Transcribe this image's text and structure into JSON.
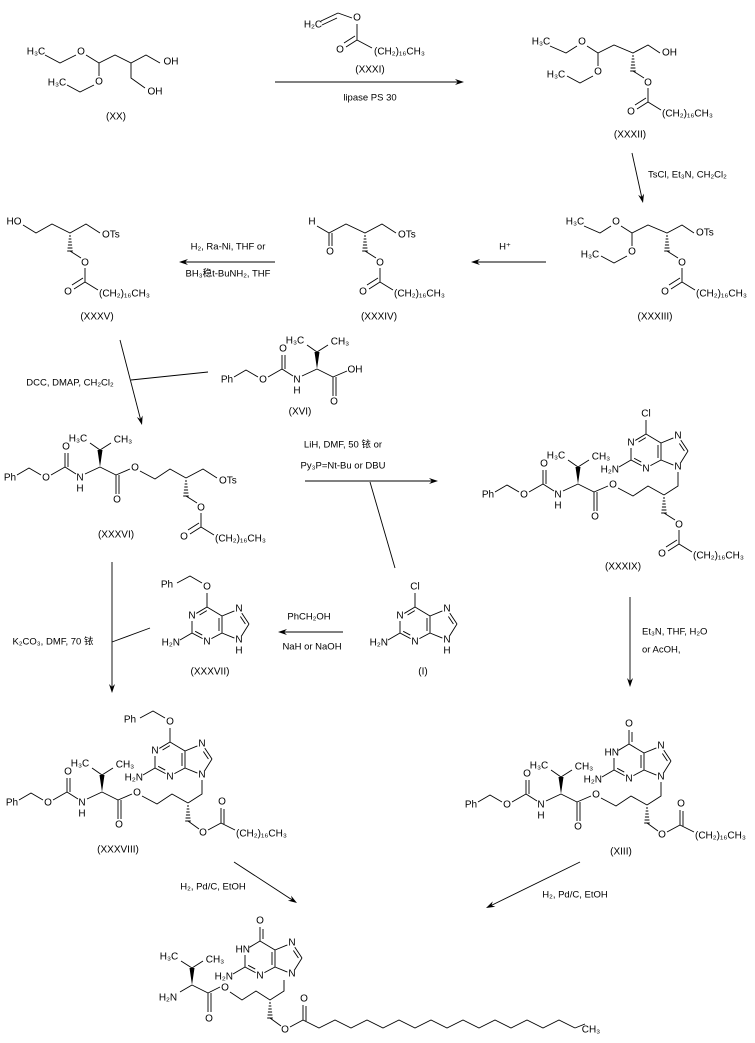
{
  "colors": {
    "ink": "#000000",
    "background": "#ffffff"
  },
  "compounds": {
    "XX": {
      "label": "(XX)",
      "atoms": {
        "me1": "H₃C",
        "o1": "O",
        "oh1": "OH",
        "me2": "H₃C",
        "o2": "O",
        "oh2": "OH"
      }
    },
    "XXXI": {
      "label": "(XXXI)",
      "atoms": {
        "h2c": "H₂C",
        "o1": "O",
        "o2": "O",
        "r": "(CH₂)₁₆CH₃"
      }
    },
    "XXXII": {
      "label": "(XXXII)",
      "atoms": {
        "me1": "H₃C",
        "o1": "O",
        "end": "OH",
        "me2": "H₃C",
        "o2": "O"
      },
      "tail": {
        "o": "O",
        "o_keto": "O",
        "r": "(CH₂)₁₆CH₃"
      }
    },
    "XXXIII": {
      "label": "(XXXIII)",
      "atoms": {
        "me1": "H₃C",
        "o1": "O",
        "end": "OTs",
        "me2": "H₃C",
        "o2": "O"
      },
      "tail": {
        "o": "O",
        "o_keto": "O",
        "r": "(CH₂)₁₆CH₃"
      }
    },
    "XXXIV": {
      "label": "(XXXIV)",
      "atoms": {
        "h": "H",
        "o_ald": "O",
        "ots": "OTs"
      },
      "tail": {
        "o": "O",
        "o_keto": "O",
        "r": "(CH₂)₁₆CH₃"
      }
    },
    "XXXV": {
      "label": "(XXXV)",
      "atoms": {
        "ho": "HO",
        "ots": "OTs"
      },
      "tail": {
        "o": "O",
        "o_keto": "O",
        "r": "(CH₂)₁₆CH₃"
      }
    },
    "XVI": {
      "label": "(XVI)",
      "cbz_val": {
        "ph": "Ph",
        "o1": "O",
        "o_carbonyl": "O",
        "n": "N",
        "h": "H",
        "me1": "H₃C",
        "me2": "CH₃",
        "o_ester": "OH",
        "o_keto": "O"
      }
    },
    "XXXVI": {
      "label": "(XXXVI)",
      "cbz_val": {
        "ph": "Ph",
        "o1": "O",
        "o_carbonyl": "O",
        "n": "N",
        "h": "H",
        "me1": "H₃C",
        "me2": "CH₃",
        "o_ester": "O",
        "o_keto": "O"
      },
      "ots": "OTs",
      "tail": {
        "o": "O",
        "o_keto": "O",
        "r": "(CH₂)₁₆CH₃"
      }
    },
    "XXXVII": {
      "label": "(XXXVII)",
      "purine": {
        "x6": "O",
        "bn_ph": "Ph",
        "n1": "N",
        "n3": "N",
        "n7": "N",
        "n9": "N",
        "h9": "H",
        "nh2": "H₂N"
      }
    },
    "I": {
      "label": "(I)",
      "purine": {
        "x6": "Cl",
        "n1": "N",
        "n3": "N",
        "n7": "N",
        "n9": "N",
        "h9": "H",
        "nh2": "H₂N"
      }
    },
    "XXXIX": {
      "label": "(XXXIX)",
      "cbz_val": {
        "ph": "Ph",
        "o1": "O",
        "o_carbonyl": "O",
        "n": "N",
        "h": "H",
        "me1": "H₃C",
        "me2": "CH₃",
        "o_ester": "O",
        "o_keto": "O"
      },
      "purine": {
        "x6": "Cl",
        "n1": "N",
        "n3": "N",
        "n7": "N",
        "n9": "N",
        "nh2": "H₂N"
      },
      "tail": {
        "o": "O",
        "o_keto": "O",
        "r": "(CH₂)₁₆CH₃"
      }
    },
    "XXXVIII": {
      "label": "(XXXVIII)",
      "cbz_val": {
        "ph": "Ph",
        "o1": "O",
        "o_carbonyl": "O",
        "n": "N",
        "h": "H",
        "me1": "H₃C",
        "me2": "CH₃",
        "o_ester": "O",
        "o_keto": "O"
      },
      "purine": {
        "x6": "O",
        "bn_ph": "Ph",
        "n1": "N",
        "n3": "N",
        "n7": "N",
        "n9": "N",
        "nh2": "H₂N"
      },
      "tail": {
        "o": "O",
        "o_keto": "O",
        "r": "(CH₂)₁₆CH₃"
      }
    },
    "XIII": {
      "label": "(XIII)",
      "cbz_val": {
        "ph": "Ph",
        "o1": "O",
        "o_carbonyl": "O",
        "n": "N",
        "h": "H",
        "me1": "H₃C",
        "me2": "CH₃",
        "o_ester": "O",
        "o_keto": "O"
      },
      "purine": {
        "x6": "O",
        "n1": "HN",
        "n3": "N",
        "n7": "N",
        "n9": "N",
        "nh2": "H₂N"
      },
      "tail": {
        "o": "O",
        "o_keto": "O",
        "r": "(CH₂)₁₆CH₃"
      }
    },
    "final": {
      "val": {
        "me1": "H₃C",
        "me2": "CH₃",
        "nh2": "H₂N",
        "o_keto": "O",
        "o_ester": "O"
      },
      "purine": {
        "x6": "O",
        "n1": "HN",
        "n3": "N",
        "n7": "N",
        "n9": "N",
        "nh2": "H₂N"
      },
      "tail": {
        "o": "O",
        "o_keto": "O",
        "ch3": "CH₃"
      }
    }
  },
  "conditions": {
    "r1": [
      "lipase PS 30"
    ],
    "r2": [
      "TsCl, Et₃N, CH₂Cl₂"
    ],
    "r3": [
      "H⁺"
    ],
    "r4": [
      "H₂, Ra-Ni, THF or",
      "BH₃稳t-BuNH₂, THF"
    ],
    "r5": [
      "DCC, DMAP, CH₂Cl₂"
    ],
    "r6": [
      "LiH, DMF, 50 铱 or",
      "Py₃P=Nt-Bu or DBU"
    ],
    "r7": [
      "PhCH₂OH",
      "NaH or NaOH"
    ],
    "r8": [
      "K₂CO₃, DMF, 70 铱"
    ],
    "r9": [
      "Et₃N, THF, H₂O",
      " or AcOH,"
    ],
    "r10": [
      "H₂, Pd/C, EtOH"
    ],
    "r11": [
      "H₂, Pd/C, EtOH"
    ]
  }
}
